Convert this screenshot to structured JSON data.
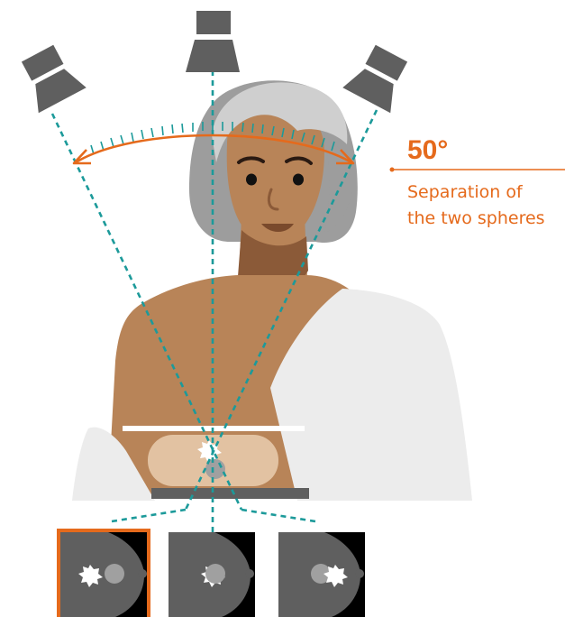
{
  "annotation": {
    "angle": "50°",
    "caption_lines": [
      "Separation of",
      "the two spheres"
    ]
  },
  "colors": {
    "accent": "#e56a1c",
    "beam": "#1c9a9a",
    "tube": "#5f5f5f",
    "skin": "#b88458",
    "skin_shadow": "#8b5a38",
    "hair": "#9d9d9d",
    "hair_light": "#cfcfcf",
    "gown": "#ececec",
    "detector": "#5f5f5f",
    "projection_bg": "#5f5f5f",
    "projection_frame": "#000000",
    "lesion": "#ffffff",
    "sphere": "#a0a0a0"
  },
  "icons": [
    "xray-tube-left-icon",
    "xray-tube-center-icon",
    "xray-tube-right-icon"
  ],
  "projections": [
    {
      "name": "left",
      "selected": true
    },
    {
      "name": "center",
      "selected": false
    },
    {
      "name": "right",
      "selected": false
    }
  ]
}
